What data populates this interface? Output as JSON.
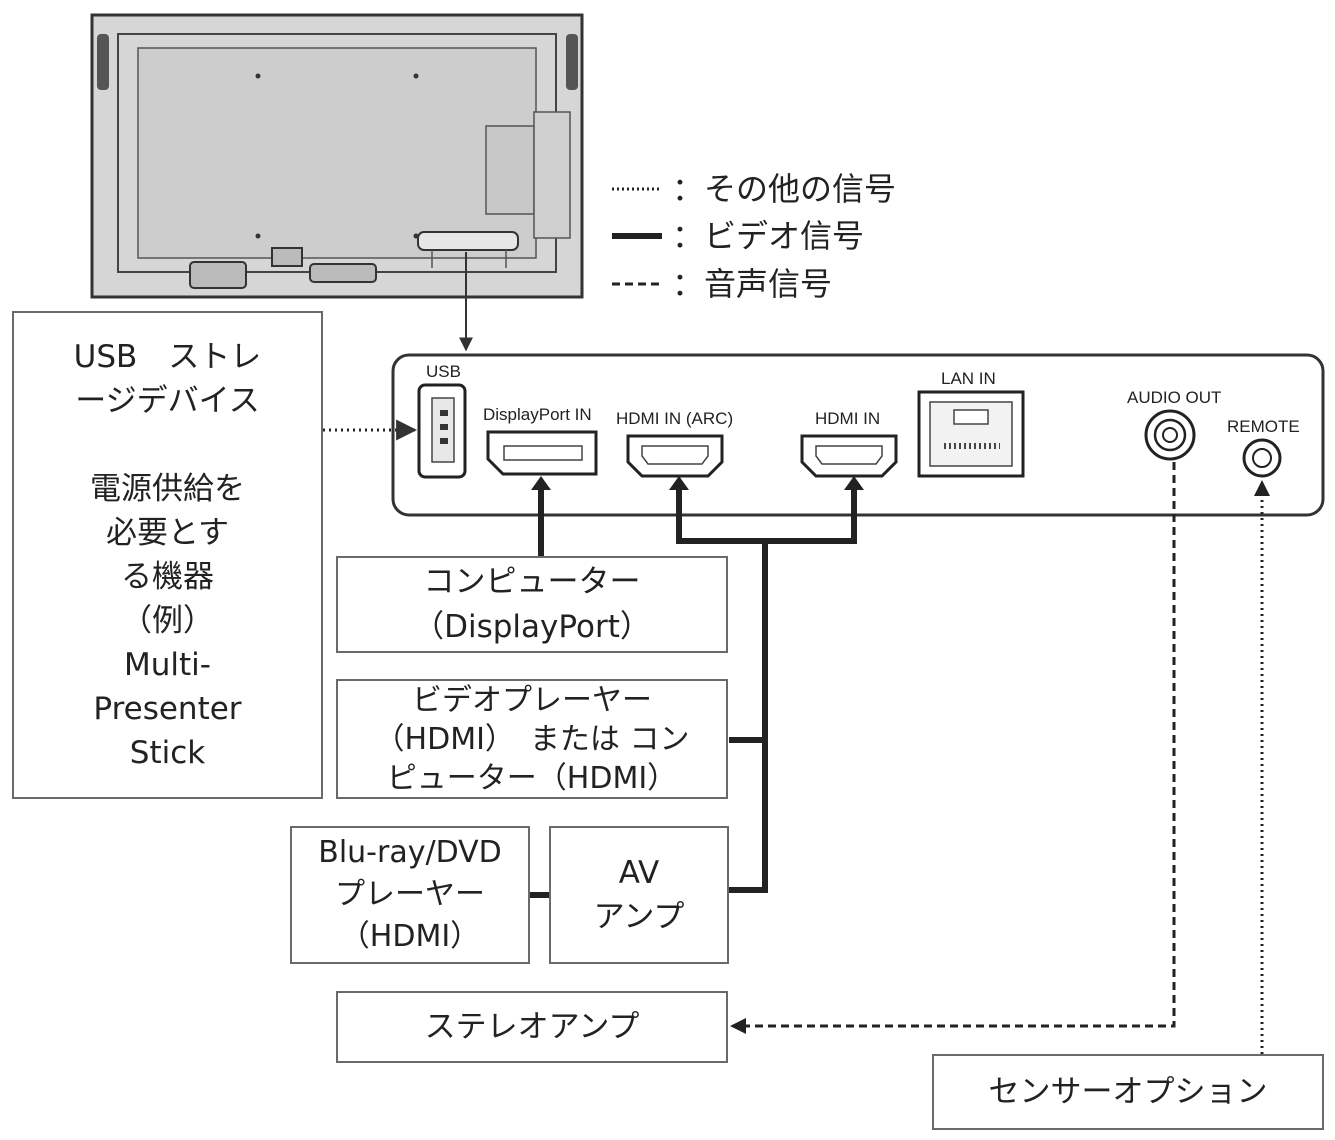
{
  "legend": [
    {
      "style": "dotted",
      "text": "：その他の信号"
    },
    {
      "style": "solid",
      "text": "：ビデオ信号"
    },
    {
      "style": "dashed",
      "text": "：音声信号"
    }
  ],
  "panel": {
    "ports": {
      "usb": "USB",
      "displayport_in": "DisplayPort IN",
      "hdmi_in_arc": "HDMI IN (ARC)",
      "hdmi_in": "HDMI IN",
      "lan_in": "LAN IN",
      "audio_out": "AUDIO OUT",
      "remote": "REMOTE"
    }
  },
  "devices": {
    "usb_storage": {
      "lines": [
        "USB　ストレ",
        "ージデバイス",
        "",
        "電源供給を",
        "必要とす",
        "る機器",
        "（例）",
        "Multi-",
        "Presenter",
        "Stick"
      ]
    },
    "computer_dp": {
      "lines": [
        "コンピューター",
        "（DisplayPort）"
      ]
    },
    "video_player": {
      "lines": [
        "ビデオプレーヤー",
        "（HDMI）　または コン",
        "ピューター（HDMI）"
      ]
    },
    "bluray_player": {
      "lines": [
        "Blu-ray/DVD",
        "プレーヤー",
        "（HDMI）"
      ]
    },
    "av_amp": {
      "lines": [
        "AV",
        "アンプ"
      ]
    },
    "stereo_amp": {
      "lines": [
        "ステレオアンプ"
      ]
    },
    "sensor_option": {
      "lines": [
        "センサーオプション"
      ]
    }
  },
  "colors": {
    "line": "#222222",
    "box_border": "#6a6a6a",
    "monitor_fill": "#d9d9d9",
    "monitor_inner": "#cfcfcf"
  }
}
